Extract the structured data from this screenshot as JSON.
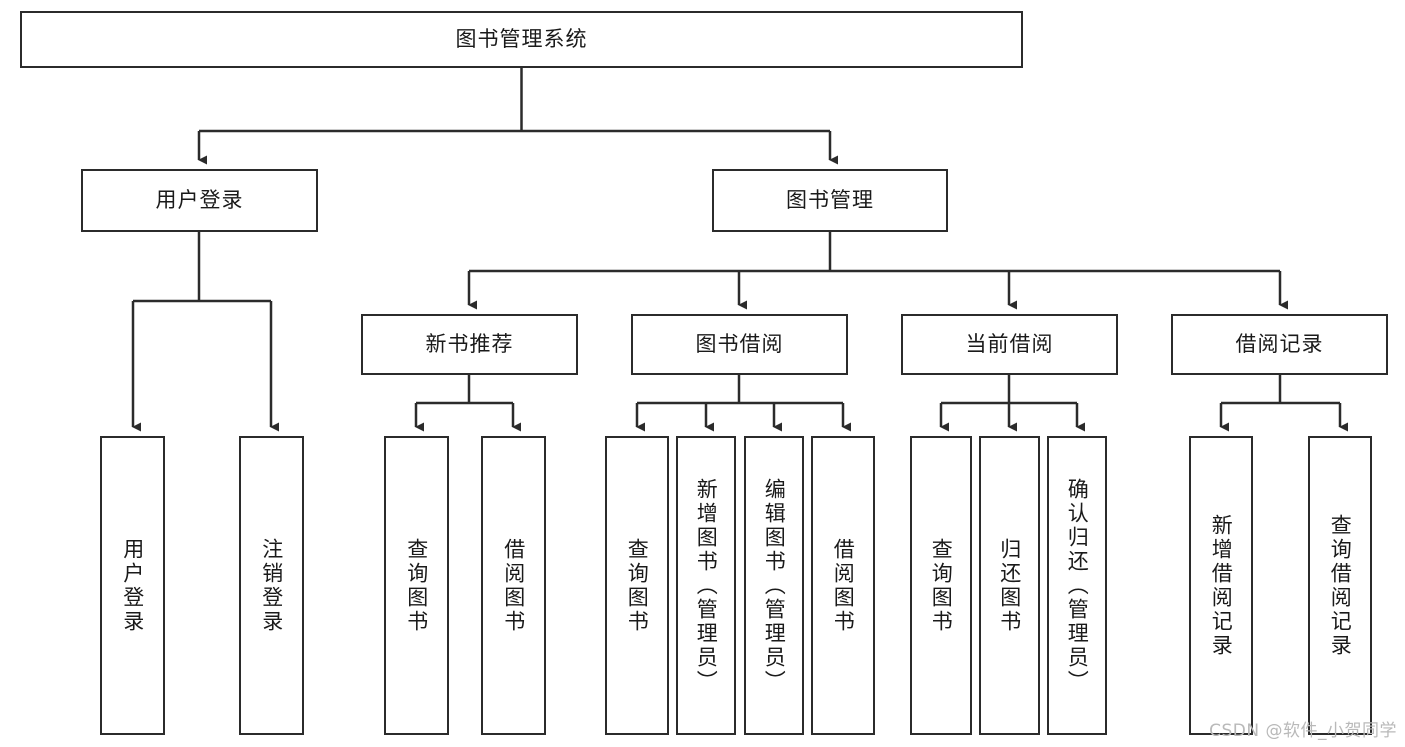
{
  "diagram": {
    "type": "tree",
    "title": "图书管理系统",
    "watermark": "CSDN @软件_小贺同学",
    "colors": {
      "box_border": "#2b2b2b",
      "box_fill": "#ffffff",
      "connector": "#2b2b2b",
      "text": "#1a1a1a",
      "watermark": "#b9b9b9"
    },
    "nodes": {
      "root": {
        "label": "图书管理系统",
        "level": 1,
        "orientation": "horizontal"
      },
      "l2_user_login": {
        "label": "用户登录",
        "level": 2,
        "orientation": "horizontal"
      },
      "l2_book_manage": {
        "label": "图书管理",
        "level": 2,
        "orientation": "horizontal"
      },
      "l3_new_book_rec": {
        "label": "新书推荐",
        "level": 3,
        "orientation": "horizontal"
      },
      "l3_book_borrow": {
        "label": "图书借阅",
        "level": 3,
        "orientation": "horizontal"
      },
      "l3_current_borrow": {
        "label": "当前借阅",
        "level": 3,
        "orientation": "horizontal"
      },
      "l3_borrow_record": {
        "label": "借阅记录",
        "level": 3,
        "orientation": "horizontal"
      },
      "leaf_user_login": {
        "label": "用户登录",
        "level": 4,
        "orientation": "vertical",
        "parent": "l2_user_login"
      },
      "leaf_user_logout": {
        "label": "注销登录",
        "level": 4,
        "orientation": "vertical",
        "parent": "l2_user_login"
      },
      "leaf_rec_query": {
        "label": "查询图书",
        "level": 4,
        "orientation": "vertical",
        "parent": "l3_new_book_rec"
      },
      "leaf_rec_borrow": {
        "label": "借阅图书",
        "level": 4,
        "orientation": "vertical",
        "parent": "l3_new_book_rec"
      },
      "leaf_borrow_query": {
        "label": "查询图书",
        "level": 4,
        "orientation": "vertical",
        "parent": "l3_book_borrow"
      },
      "leaf_borrow_add": {
        "label": "新增图书（管理员）",
        "level": 4,
        "orientation": "vertical",
        "parent": "l3_book_borrow"
      },
      "leaf_borrow_edit": {
        "label": "编辑图书（管理员）",
        "level": 4,
        "orientation": "vertical",
        "parent": "l3_book_borrow"
      },
      "leaf_borrow_do": {
        "label": "借阅图书",
        "level": 4,
        "orientation": "vertical",
        "parent": "l3_book_borrow"
      },
      "leaf_cur_query": {
        "label": "查询图书",
        "level": 4,
        "orientation": "vertical",
        "parent": "l3_current_borrow"
      },
      "leaf_cur_return": {
        "label": "归还图书",
        "level": 4,
        "orientation": "vertical",
        "parent": "l3_current_borrow"
      },
      "leaf_cur_confirm": {
        "label": "确认归还（管理员）",
        "level": 4,
        "orientation": "vertical",
        "parent": "l3_current_borrow"
      },
      "leaf_rec_add": {
        "label": "新增借阅记录",
        "level": 4,
        "orientation": "vertical",
        "parent": "l3_borrow_record"
      },
      "leaf_rec_query2": {
        "label": "查询借阅记录",
        "level": 4,
        "orientation": "vertical",
        "parent": "l3_borrow_record"
      }
    }
  }
}
